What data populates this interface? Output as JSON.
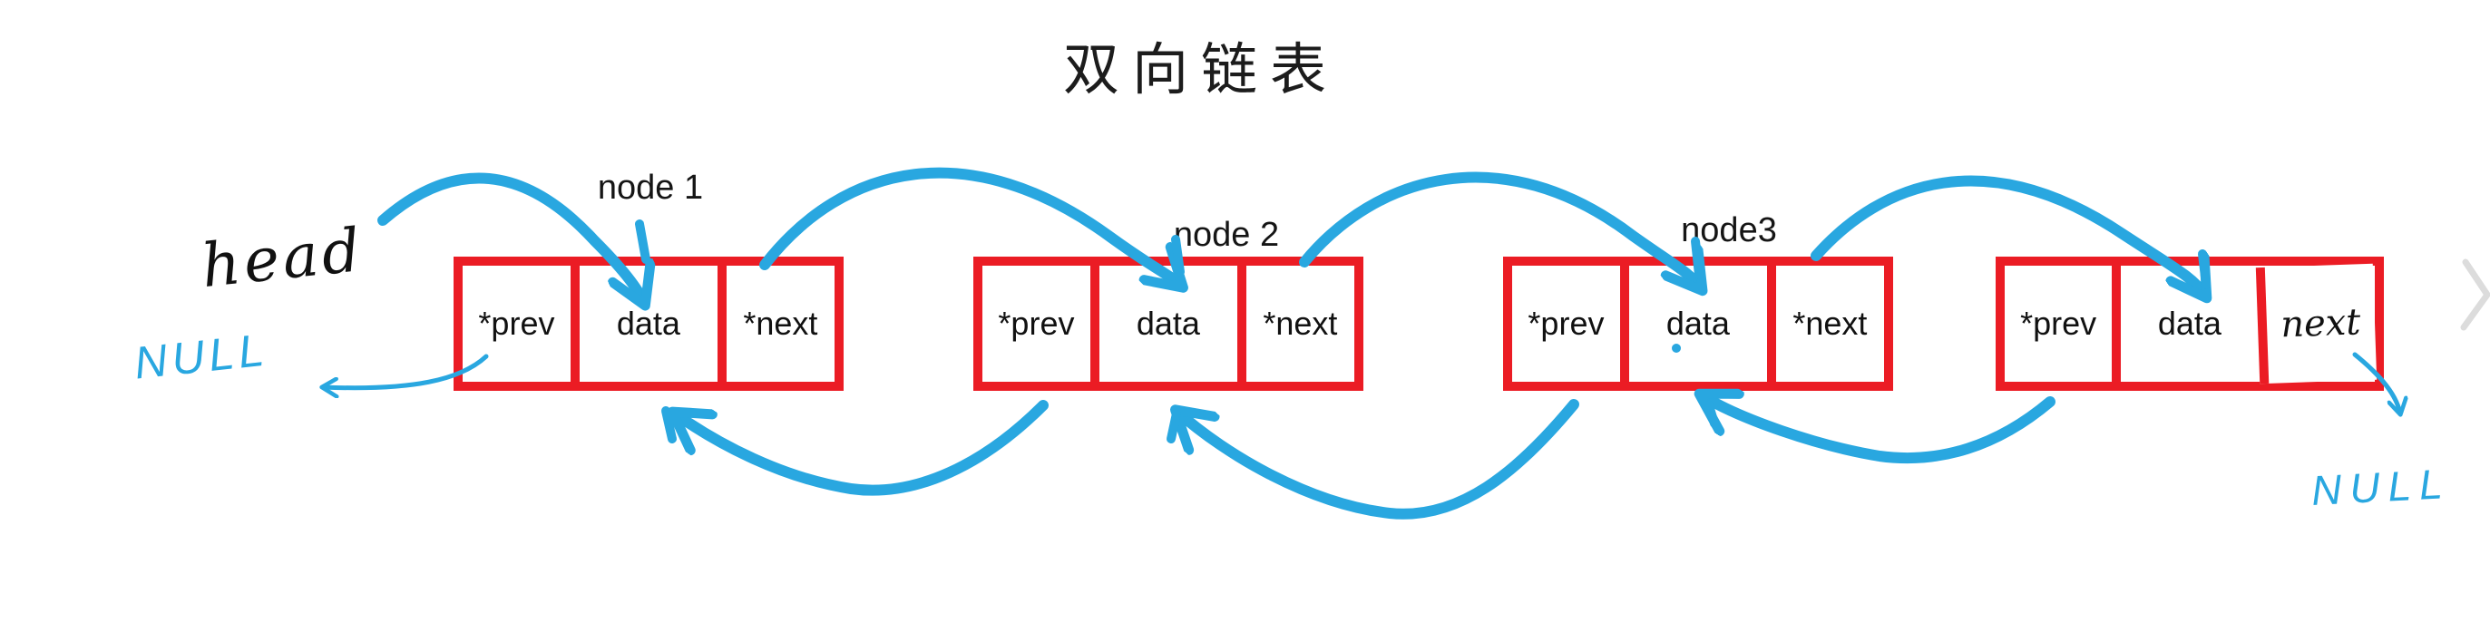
{
  "title": "双向链表",
  "head_label": "head",
  "null_left": "NULL",
  "null_right": "NULL",
  "nodes": [
    {
      "label": "node 1",
      "cells": [
        "*prev",
        "data",
        "*next"
      ]
    },
    {
      "label": "node 2",
      "cells": [
        "*prev",
        "data",
        "*next"
      ]
    },
    {
      "label": "node3",
      "cells": [
        "*prev",
        "data",
        "*next"
      ]
    },
    {
      "label": "",
      "cells": [
        "*prev",
        "data",
        "next"
      ]
    }
  ],
  "colors": {
    "box_red": "#eb1c24",
    "arrow_blue": "#29a7e0",
    "ink_black": "#111111",
    "chevron_gray": "#dcdcdc"
  },
  "icons": {
    "carousel_next": "chevron-right"
  }
}
